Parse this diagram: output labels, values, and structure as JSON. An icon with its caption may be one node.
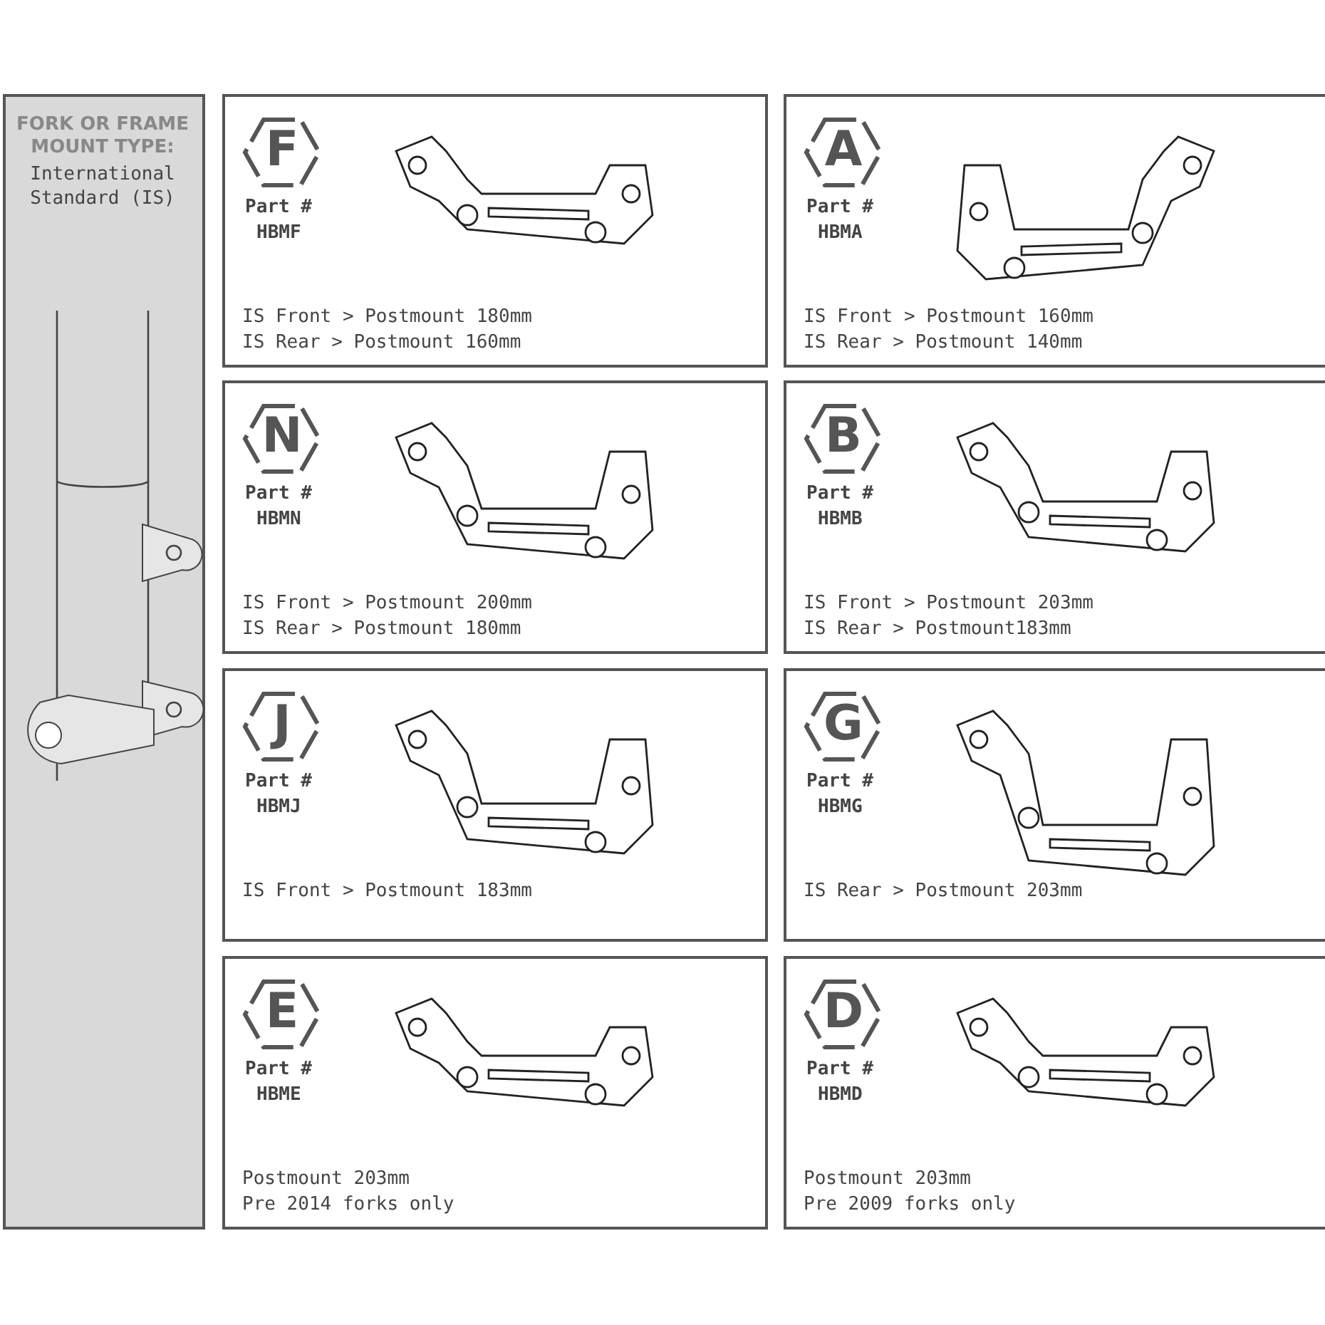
{
  "diagram": {
    "nodes": [
      {
        "text": [
          "FORK OR FRAME MOUNT TYPE:",
          "International Standard (IS)"
        ]
      },
      {
        "text": [
          "F",
          "Part #",
          "HBMF",
          "IS Front > Postmount 180mm",
          "IS Rear > Postmount 160mm"
        ]
      },
      {
        "text": [
          "A",
          "Part #",
          "HBMA",
          "IS Front > Postmount 160mm",
          "IS Rear > Postmount 140mm"
        ]
      },
      {
        "text": [
          "N",
          "Part #",
          "HBMN",
          "IS Front > Postmount 200mm",
          "IS Rear > Postmount 180mm"
        ]
      },
      {
        "text": [
          "B",
          "Part #",
          "HBMB",
          "IS Front > Postmount 203mm",
          "IS Rear > Postmount183mm"
        ]
      },
      {
        "text": [
          "J",
          "Part #",
          "HBMJ",
          "IS Front > Postmount 183mm"
        ]
      },
      {
        "text": [
          "G",
          "Part #",
          "HBMG",
          "IS Rear > Postmount 203mm"
        ]
      },
      {
        "text": [
          "E",
          "Part #",
          "HBME",
          "Postmount 203mm",
          "Pre 2014 forks only"
        ]
      },
      {
        "text": [
          "D",
          "Part #",
          "HBMD",
          "Postmount 203mm",
          "Pre 2009 forks only"
        ]
      }
    ]
  }
}
